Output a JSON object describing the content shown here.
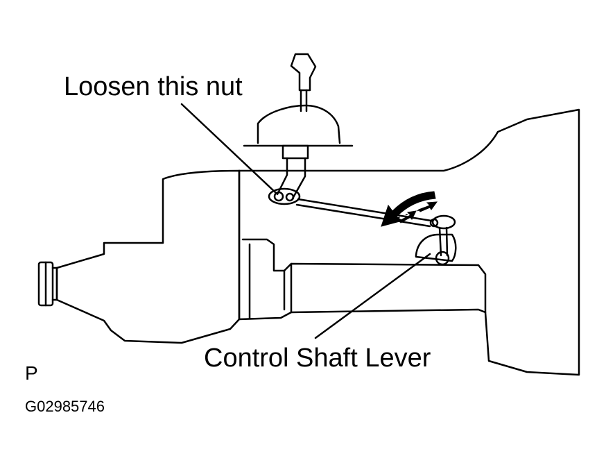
{
  "labels": {
    "loosen_nut": "Loosen this nut",
    "control_shaft_lever": "Control Shaft Lever",
    "position": "P",
    "figure_code": "G02985746"
  },
  "colors": {
    "line": "#000000",
    "background": "#ffffff"
  }
}
